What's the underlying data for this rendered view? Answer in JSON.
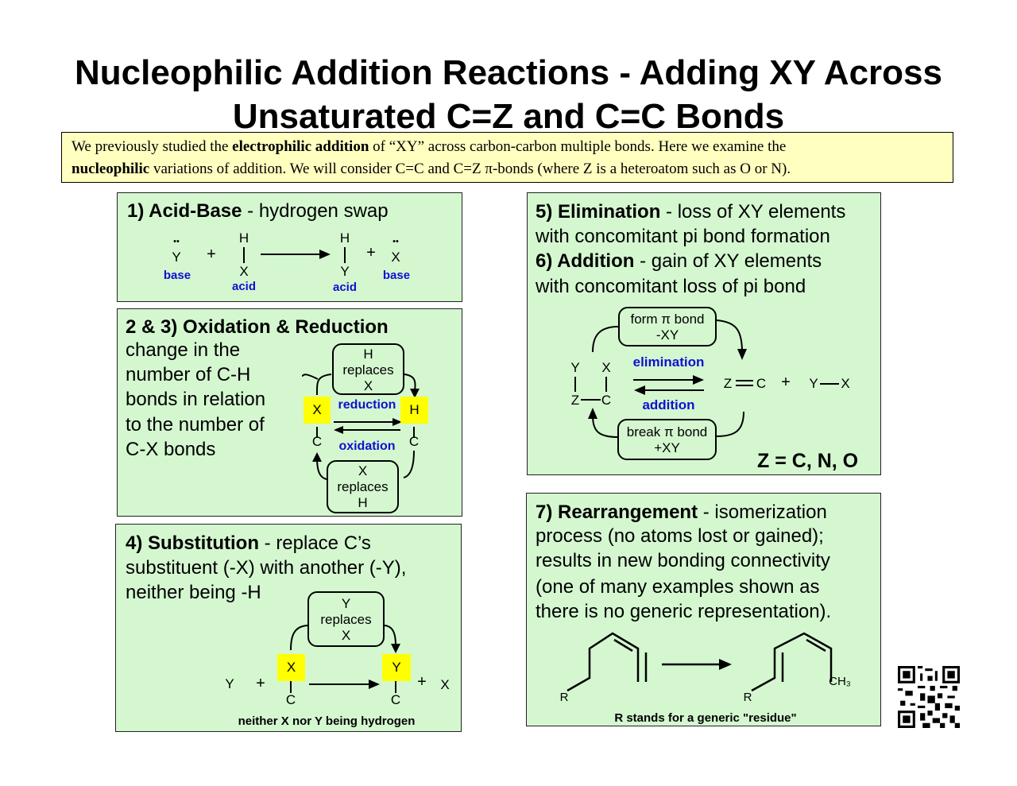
{
  "title": {
    "line1": "Nucleophilic Addition Reactions - Adding XY Across",
    "line2": "Unsaturated C=Z and C=C Bonds"
  },
  "intro": {
    "p1": "We previously studied the ",
    "p1_bold": "electrophilic addition",
    "p2": " of “XY” across carbon-carbon multiple bonds.  Here we examine the",
    "p3_bold": "nucleophilic",
    "p4": " variations of addition.  We will consider C=C and C=Z π-bonds (where Z is a heteroatom  such as O or N)."
  },
  "box1": {
    "heading": "1) Acid-Base",
    "subtitle": " - hydrogen swap",
    "dots": "••",
    "Y": "Y",
    "plus": "+",
    "H": "H",
    "X": "X",
    "base": "base",
    "acid": "acid"
  },
  "box2": {
    "heading": "2 & 3) Oxidation & Reduction",
    "lines": [
      "change in the",
      "number of C-H",
      "bonds in relation",
      "to the number of",
      "C-X bonds"
    ],
    "top_box": [
      "H",
      "replaces",
      "X"
    ],
    "bottom_box": [
      "X",
      "replaces",
      "H"
    ],
    "X": "X",
    "H": "H",
    "C": "C",
    "reduction": "reduction",
    "oxidation": "oxidation"
  },
  "box4": {
    "heading": "4) Substitution",
    "lines": [
      " - replace C’s",
      "substituent (-X) with another (-Y),",
      "neither being -H"
    ],
    "mid_box": [
      "Y",
      "replaces",
      "X"
    ],
    "Y": "Y",
    "X": "X",
    "C": "C",
    "plus": "+",
    "footnote": "neither X nor Y being hydrogen"
  },
  "box56": {
    "h5": "5) Elimination",
    "t5a": " - loss of XY elements",
    "t5b": "with concomitant pi bond formation",
    "h6": "6) Addition",
    "t6a": " - gain of XY elements",
    "t6b": "with concomitant loss of pi bond",
    "top_box": [
      "form π bond",
      "-XY"
    ],
    "bottom_box": [
      "break π bond",
      "+XY"
    ],
    "elimination": "elimination",
    "addition": "addition",
    "Y": "Y",
    "X": "X",
    "Z": "Z",
    "C": "C",
    "plus": "+",
    "zc": "Z = C, N, O"
  },
  "box7": {
    "heading": "7) Rearrangement",
    "lines": [
      " - isomerization",
      "process (no atoms lost or gained);",
      "results in new bonding connectivity",
      "(one of many examples shown as",
      "there is no generic representation)."
    ],
    "R": "R",
    "CH3": "CH₃",
    "footnote": "R stands for a generic \"residue\""
  },
  "colors": {
    "box_fill": "#d4f7d0",
    "intro_fill": "#ffffc0",
    "highlight": "#ffff00",
    "label_blue": "#1010d0"
  }
}
